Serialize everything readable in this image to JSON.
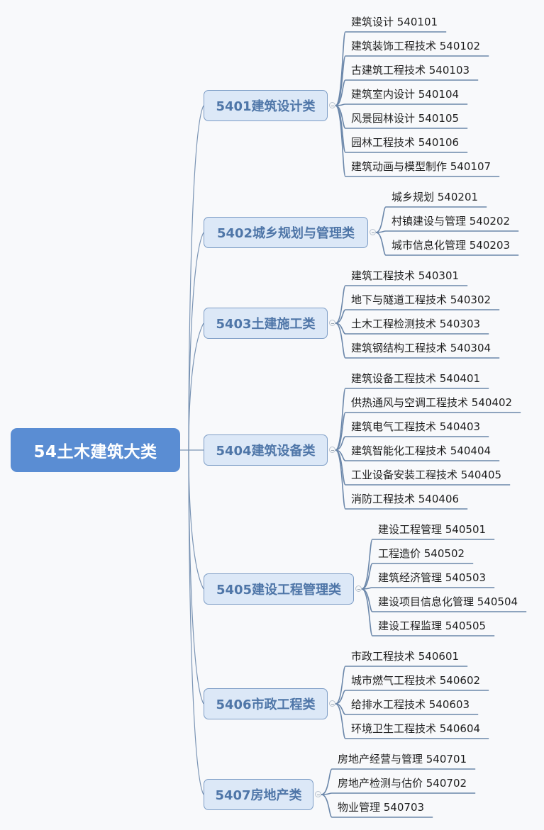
{
  "root": {
    "label": "54土木建筑大类"
  },
  "colors": {
    "root_bg": "#5a8dd3",
    "root_text": "#ffffff",
    "category_bg": "#dce8f7",
    "category_border": "#7d9dc6",
    "category_text": "#4f76a8",
    "connector": "#7a94b4",
    "leaf_underline": "#6b87aa",
    "leaf_text": "#1e1e1e"
  },
  "categories": [
    {
      "label": "5401建筑设计类",
      "items": [
        "建筑设计 540101",
        "建筑装饰工程技术 540102",
        "古建筑工程技术 540103",
        "建筑室内设计 540104",
        "风景园林设计 540105",
        "园林工程技术 540106",
        "建筑动画与模型制作 540107"
      ]
    },
    {
      "label": "5402城乡规划与管理类",
      "items": [
        "城乡规划 540201",
        "村镇建设与管理 540202",
        "城市信息化管理 540203"
      ]
    },
    {
      "label": "5403土建施工类",
      "items": [
        "建筑工程技术 540301",
        "地下与隧道工程技术 540302",
        "土木工程检测技术 540303",
        "建筑钢结构工程技术 540304"
      ]
    },
    {
      "label": "5404建筑设备类",
      "items": [
        "建筑设备工程技术 540401",
        "供热通风与空调工程技术 540402",
        "建筑电气工程技术 540403",
        "建筑智能化工程技术 540404",
        "工业设备安装工程技术 540405",
        "消防工程技术 540406"
      ]
    },
    {
      "label": "5405建设工程管理类",
      "items": [
        "建设工程管理 540501",
        "工程造价 540502",
        "建筑经济管理 540503",
        "建设项目信息化管理 540504",
        "建设工程监理 540505"
      ]
    },
    {
      "label": "5406市政工程类",
      "items": [
        "市政工程技术 540601",
        "城市燃气工程技术 540602",
        "给排水工程技术 540603",
        "环境卫生工程技术 540604"
      ]
    },
    {
      "label": "5407房地产类",
      "items": [
        "房地产经营与管理 540701",
        "房地产检测与估价 540702",
        "物业管理 540703"
      ]
    }
  ]
}
